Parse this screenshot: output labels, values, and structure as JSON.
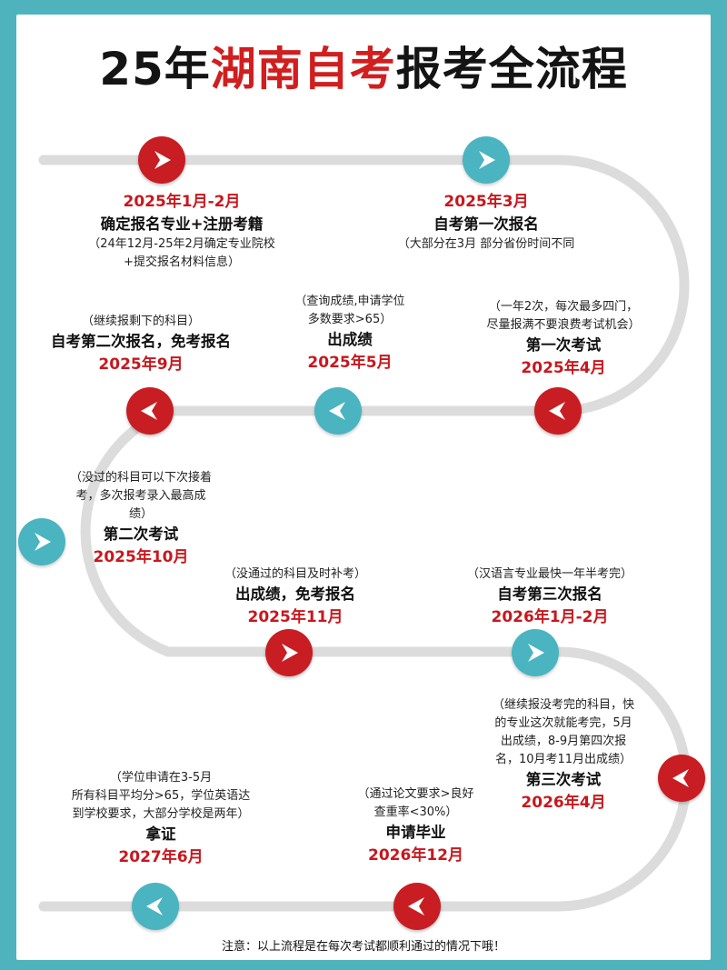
{
  "title": {
    "prefix": "25年",
    "highlight": "湖南自考",
    "suffix": "报考全流程"
  },
  "steps": [
    {
      "date": "2025年1月-2月",
      "heading": "确定报名专业+注册考籍",
      "note_lines": [
        "（24年12月-25年2月确定专业院校",
        "+提交报名材料信息）"
      ]
    },
    {
      "date": "2025年3月",
      "heading": "自考第一次报名",
      "note_lines": [
        "（大部分在3月 部分省份时间不同"
      ]
    },
    {
      "date": "2025年4月",
      "heading": "第一次考试",
      "note_lines": [
        "（一年2次，每次最多四门，",
        "尽量报满不要浪费考试机会）"
      ]
    },
    {
      "date": "2025年5月",
      "heading": "出成绩",
      "note_lines": [
        "（查询成绩,申请学位",
        "多数要求>65）"
      ]
    },
    {
      "date": "2025年9月",
      "heading": "自考第二次报名，免考报名",
      "note_lines": [
        "（继续报剩下的科目）"
      ]
    },
    {
      "date": "2025年10月",
      "heading": "第二次考试",
      "note_lines": [
        "（没过的科目可以下次接着",
        "考，多次报考录入最高成",
        "绩）"
      ]
    },
    {
      "date": "2025年11月",
      "heading": "出成绩，免考报名",
      "note_lines": [
        "（没通过的科目及时补考）"
      ]
    },
    {
      "date": "2026年1月-2月",
      "heading": "自考第三次报名",
      "note_lines": [
        "（汉语言专业最快一年半考完）"
      ]
    },
    {
      "date": "2026年4月",
      "heading": "第三次考试",
      "note_lines": [
        "（继续报没考完的科目，快",
        "的专业这次就能考完，5月",
        "出成绩，8-9月第四次报",
        "名，10月考11月出成绩）"
      ]
    },
    {
      "date": "2026年12月",
      "heading": "申请毕业",
      "note_lines": [
        "（通过论文要求>良好",
        "查重率<30%）"
      ]
    },
    {
      "date": "2027年6月",
      "heading": "拿证",
      "note_lines": [
        "（学位申请在3-5月",
        "所有科目平均分>65，学位英语达",
        "到学校要求，大部分学校是两年）"
      ]
    }
  ],
  "footer": "注意：以上流程是在每次考试都顺利通过的情况下哦！",
  "colors": {
    "red": "#c81d22",
    "teal": "#4ab4c1",
    "date_red": "#c8171d",
    "track": "#dcdcdc",
    "frame": "#4fb3bd"
  }
}
